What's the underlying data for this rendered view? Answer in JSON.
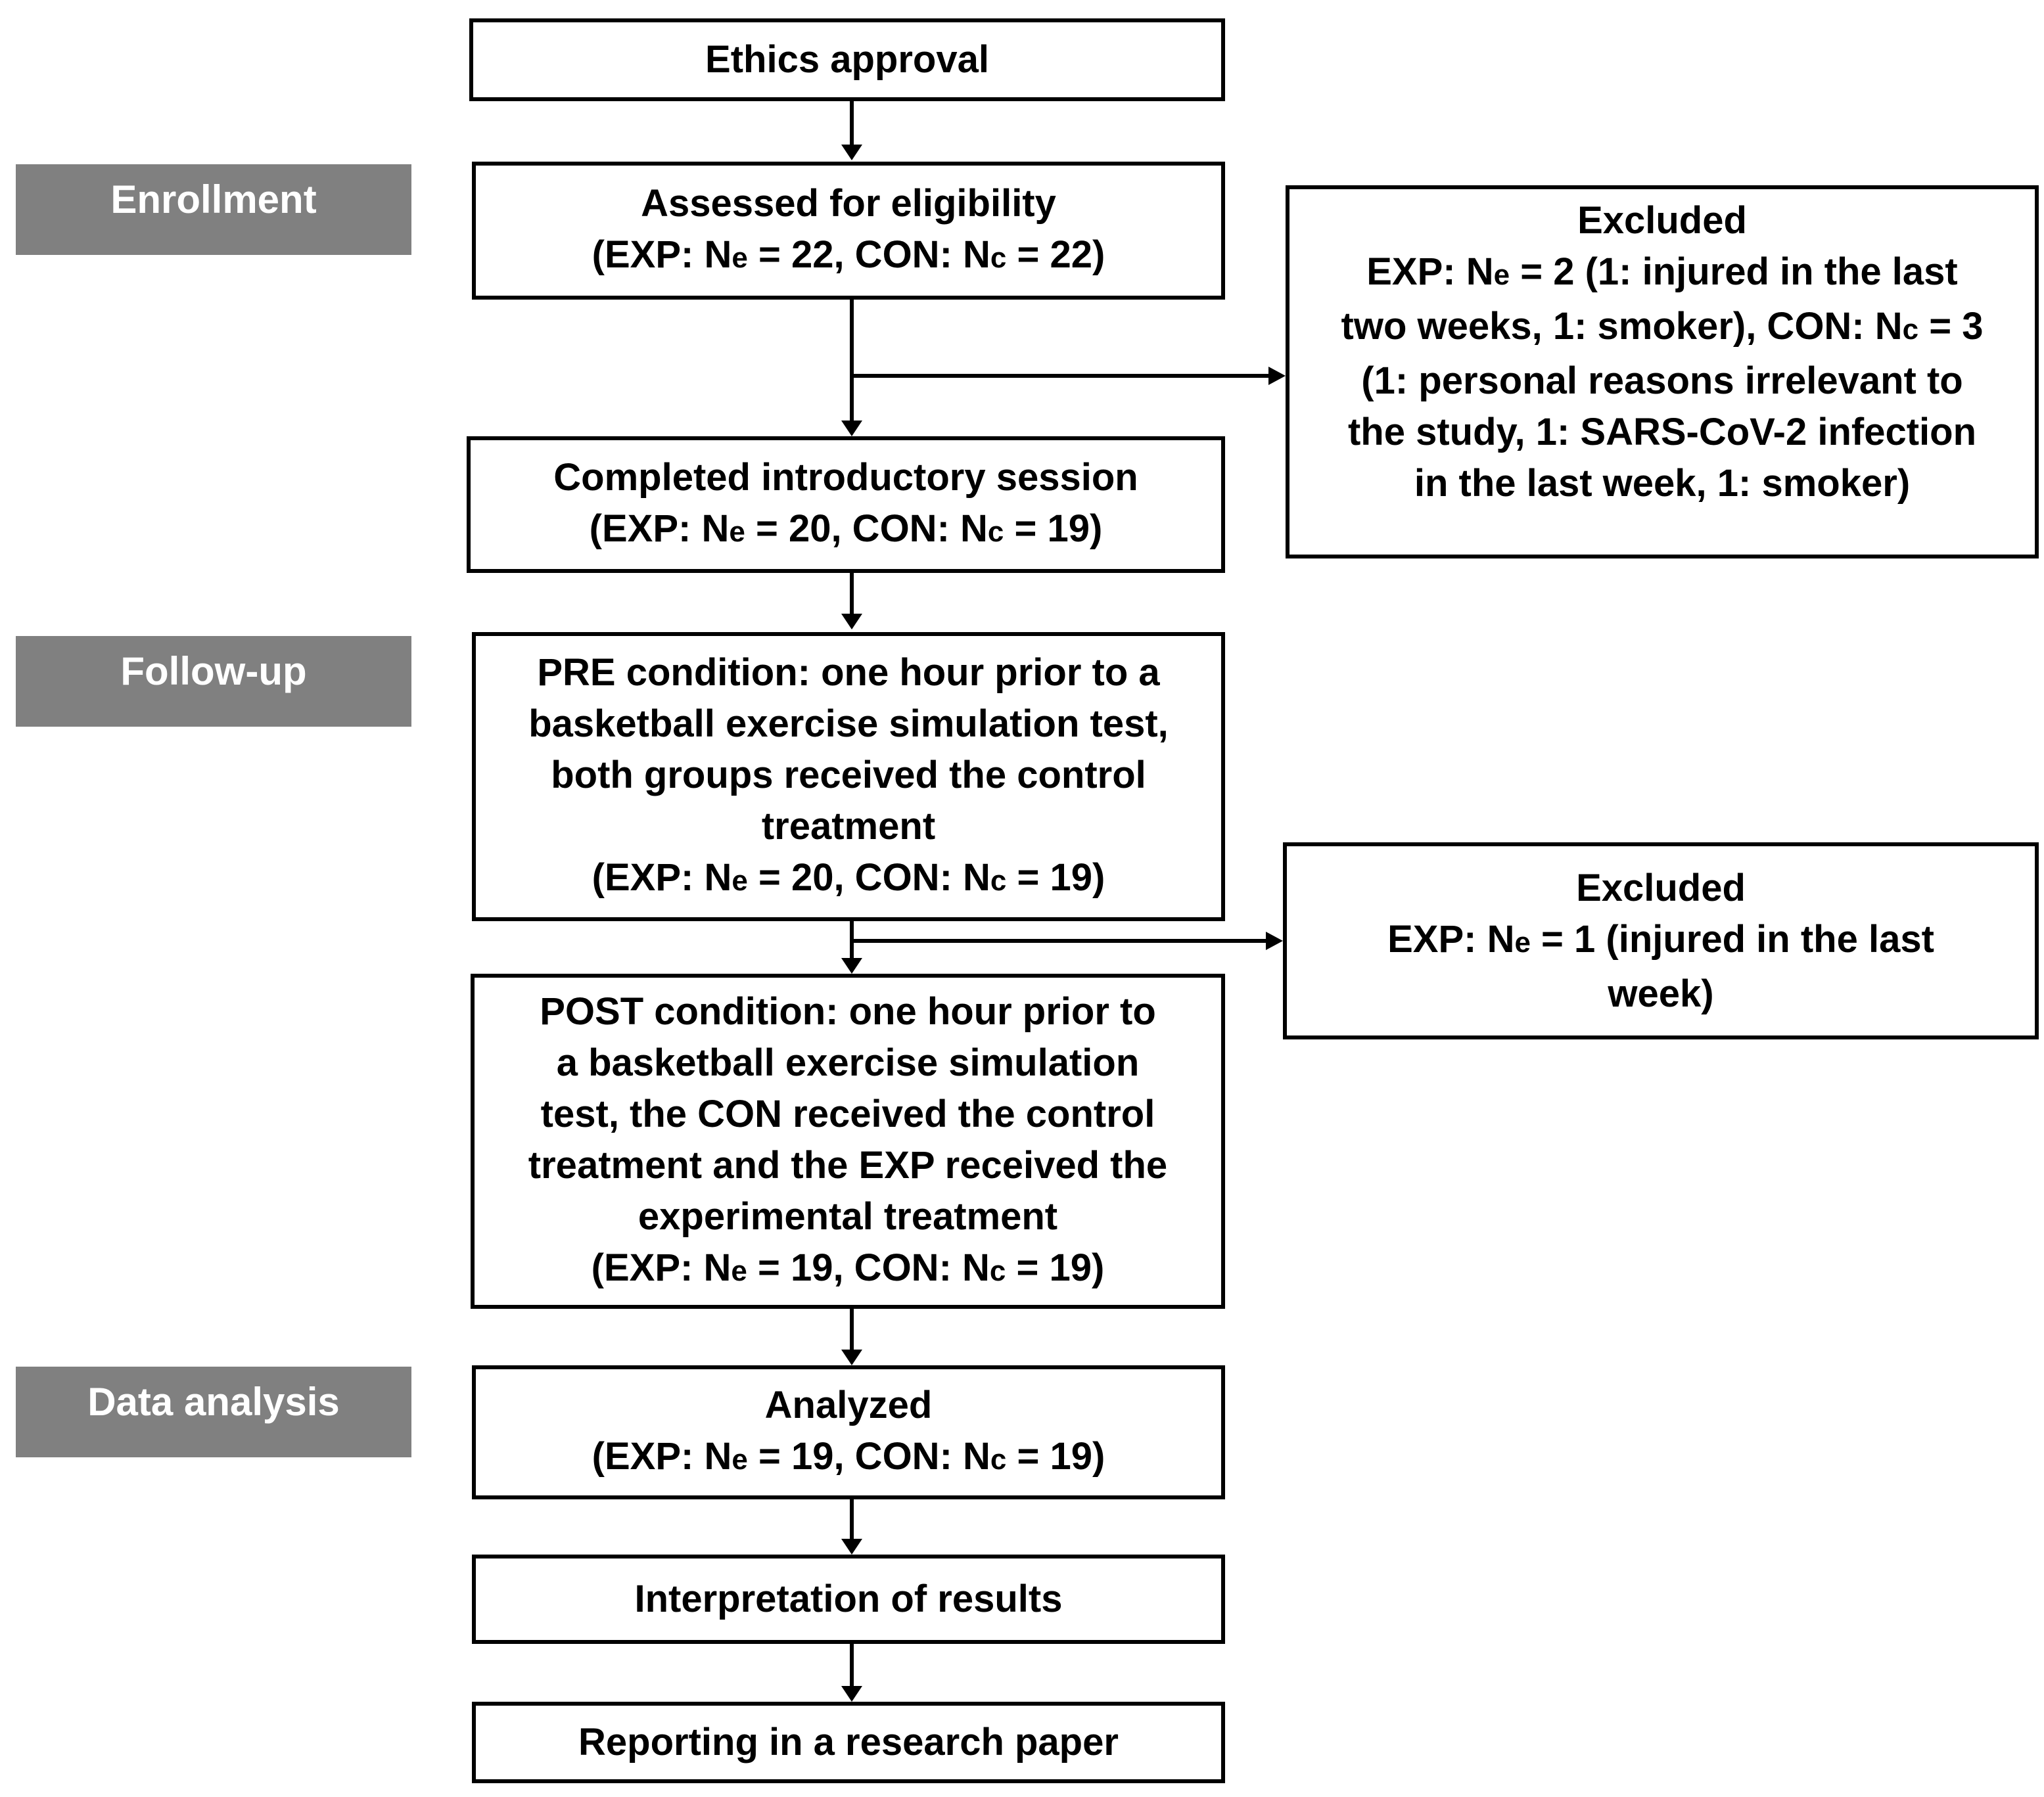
{
  "stages": {
    "enrollment": "Enrollment",
    "follow_up": "Follow-up",
    "data_analysis": "Data analysis"
  },
  "nodes": {
    "ethics": {
      "title": "Ethics approval"
    },
    "assessed": {
      "title": "Assessed for eligibility",
      "counts": {
        "open": "(EXP: N",
        "sub_e": "e",
        "mid": " = 22, CON: N",
        "sub_c": "c",
        "close": " = 22)"
      }
    },
    "excluded_1": {
      "title": "Excluded",
      "line1": {
        "pre": "EXP: N",
        "sub_e": "e",
        "post": " = 2 (1: injured in the last"
      },
      "line2": {
        "pre": "two weeks, 1: smoker), CON: N",
        "sub_c": "c",
        "post": " = 3"
      },
      "line3": "(1: personal reasons irrelevant to",
      "line4": "the study, 1: SARS-CoV-2 infection",
      "line5": "in the last week, 1: smoker)"
    },
    "introductory": {
      "title": "Completed introductory session",
      "counts": {
        "open": "(EXP: N",
        "sub_e": "e",
        "mid": " = 20, CON: N",
        "sub_c": "c",
        "close": " = 19)"
      }
    },
    "pre": {
      "lines": [
        "PRE condition: one hour prior to a",
        "basketball exercise simulation test,",
        "both groups received the control",
        "treatment"
      ],
      "counts": {
        "open": "(EXP: N",
        "sub_e": "e",
        "mid": " = 20, CON: N",
        "sub_c": "c",
        "close": " = 19)"
      }
    },
    "excluded_2": {
      "title": "Excluded",
      "line1": {
        "pre": "EXP: N",
        "sub_e": "e",
        "post": " = 1 (injured in the last"
      },
      "line2": "week)"
    },
    "post": {
      "lines": [
        "POST condition: one hour prior to",
        "a basketball exercise simulation",
        "test, the CON received the control",
        "treatment and the EXP received the",
        "experimental treatment"
      ],
      "counts": {
        "open": "(EXP: N",
        "sub_e": "e",
        "mid": " = 19, CON: N",
        "sub_c": "c",
        "close": " = 19)"
      }
    },
    "analyzed": {
      "title": "Analyzed",
      "counts": {
        "open": "(EXP: N",
        "sub_e": "e",
        "mid": " = 19, CON: N",
        "sub_c": "c",
        "close": " = 19)"
      }
    },
    "interpretation": {
      "title": "Interpretation of results"
    },
    "reporting": {
      "title": "Reporting in a research paper"
    }
  }
}
